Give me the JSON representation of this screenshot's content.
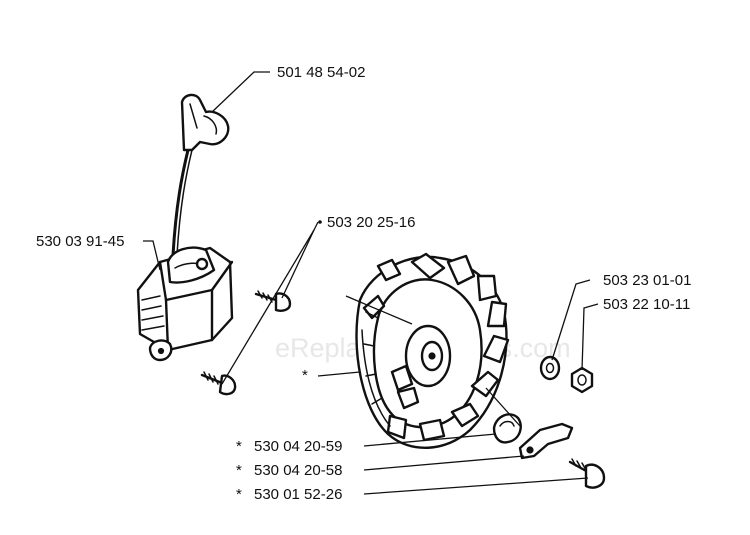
{
  "watermark": "eReplacementParts.com",
  "colors": {
    "ink": "#111111",
    "watermark": "#e7e7e7",
    "background": "#ffffff"
  },
  "callouts": {
    "spark_plug_boot": "501 48 54-02",
    "ignition_module": "530 03 91-45",
    "module_screw": "503 20 25-16",
    "flywheel": "*",
    "washer": "503 23 01-01",
    "nut": "503 22 10-11",
    "key": "530 04 20-59",
    "pawl": "530 04 20-58",
    "pawl_screw": "530 01 52-26"
  },
  "asterisk": "*"
}
